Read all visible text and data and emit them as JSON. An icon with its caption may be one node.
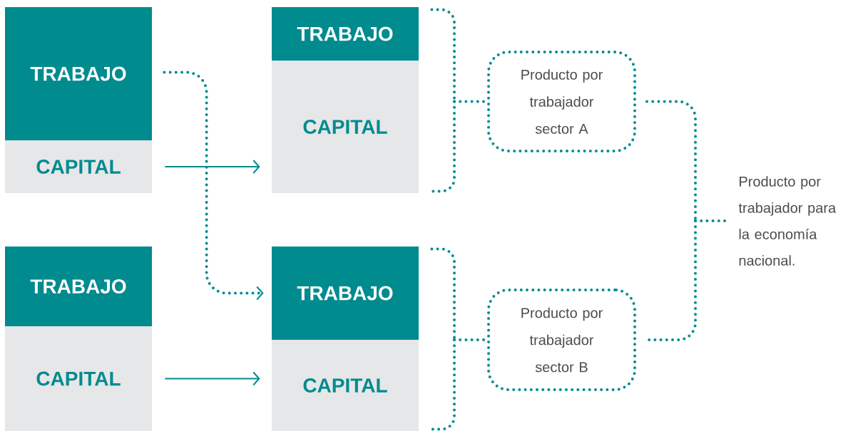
{
  "diagram": {
    "nodes": [
      {
        "text": [
          "TRABAJO"
        ]
      },
      {
        "text": [
          "CAPITAL"
        ]
      },
      {
        "text": [
          "TRABAJO"
        ]
      },
      {
        "text": [
          "CAPITAL"
        ]
      },
      {
        "text": [
          "TRABAJO"
        ]
      },
      {
        "text": [
          "CAPITAL"
        ]
      },
      {
        "text": [
          "TRABAJO"
        ]
      },
      {
        "text": [
          "CAPITAL"
        ]
      },
      {
        "text": [
          "Producto por trabajador sector A"
        ]
      },
      {
        "text": [
          "Producto por trabajador sector B"
        ]
      },
      {
        "text": [
          "Producto por trabajador para la economía nacional."
        ]
      }
    ],
    "edges": [
      {
        "from": 0,
        "to": 6,
        "arrow": "to",
        "style": "dashed"
      },
      {
        "from": 1,
        "to": 5,
        "arrow": "to"
      },
      {
        "from": 3,
        "to": 7,
        "arrow": "to"
      },
      {
        "from": 4,
        "to": 8,
        "arrow": "none",
        "style": "dashed"
      },
      {
        "from": 5,
        "to": 8,
        "arrow": "none",
        "style": "dashed"
      },
      {
        "from": 6,
        "to": 9,
        "arrow": "none",
        "style": "dashed"
      },
      {
        "from": 7,
        "to": 9,
        "arrow": "none",
        "style": "dashed"
      },
      {
        "from": 8,
        "to": 10,
        "arrow": "none",
        "style": "dashed"
      },
      {
        "from": 9,
        "to": 10,
        "arrow": "none",
        "style": "dashed"
      }
    ]
  }
}
